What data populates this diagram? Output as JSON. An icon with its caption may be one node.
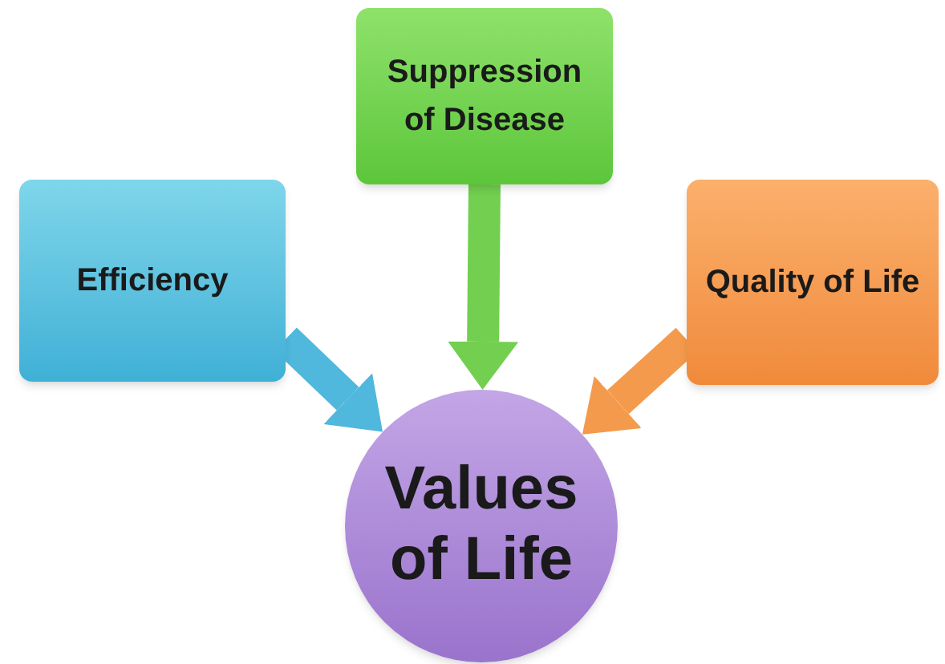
{
  "diagram": {
    "nodes": [
      {
        "text": [
          "Efficiency"
        ]
      },
      {
        "text": [
          "Suppression of Disease"
        ]
      },
      {
        "text": [
          "Quality of Life"
        ]
      },
      {
        "text": [
          "Values of Life"
        ]
      }
    ],
    "edges": [
      {
        "from": 0,
        "to": 3,
        "arrow": "to",
        "color": "#4fb8dc"
      },
      {
        "from": 1,
        "to": 3,
        "arrow": "to",
        "color": "#72cf4f"
      },
      {
        "from": 2,
        "to": 3,
        "arrow": "to",
        "color": "#f49a4c"
      }
    ]
  }
}
